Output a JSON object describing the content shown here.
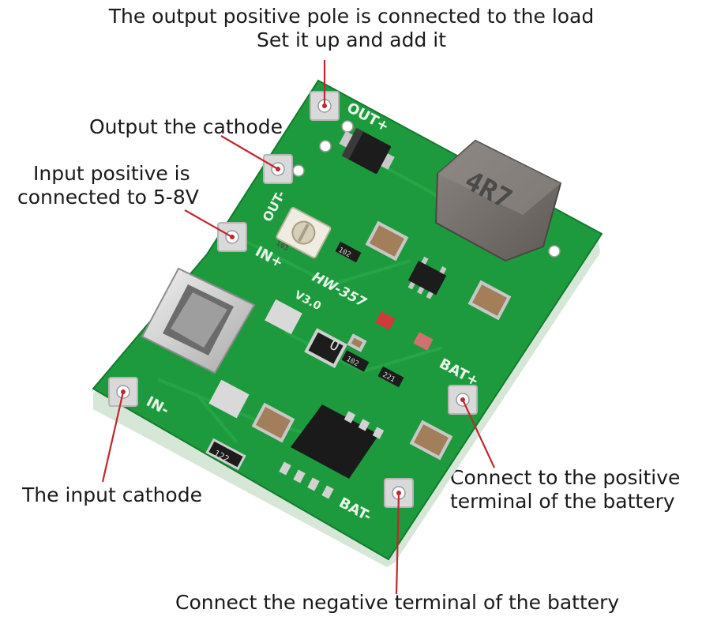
{
  "annotations": {
    "output_positive": [
      "The output positive pole is connected to the load",
      "Set it up and add it"
    ],
    "output_cathode": "Output the cathode",
    "input_positive": [
      "Input positive is",
      "connected to 5-8V"
    ],
    "input_cathode": "The input cathode",
    "battery_positive": [
      "Connect to the positive",
      "terminal of the battery"
    ],
    "battery_negative": "Connect the negative terminal of the battery"
  },
  "board": {
    "model": "HW-357",
    "version": "V3.0",
    "inductor_marking": "4R7",
    "pad_labels": {
      "out_plus": "OUT+",
      "out_minus": "OUT-",
      "in_plus": "IN+",
      "in_minus": "IN-",
      "bat_plus": "BAT+",
      "bat_minus": "BAT-"
    },
    "resistor_codes": {
      "trim": "103",
      "r1": "102",
      "r2": "221",
      "r3": "102",
      "r4": "122"
    },
    "fuse_mark": "O",
    "colors": {
      "pcb": "#1e9a3e",
      "pcb_dark": "#137a2e",
      "pad": "#d9d9d9",
      "leader_line": "#c0282d"
    }
  }
}
